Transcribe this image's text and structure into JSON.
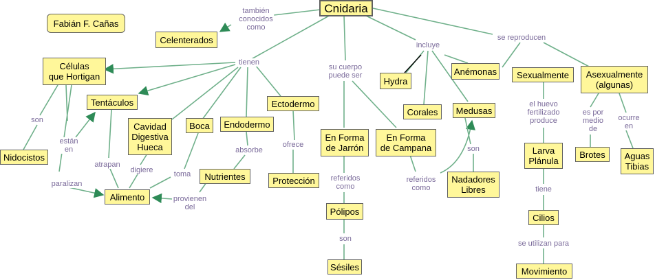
{
  "author": "Fabián F. Cañas",
  "colors": {
    "node_fill": "#fff79a",
    "node_border": "#606060",
    "line": "#6fb08a",
    "arrow": "#2e8b57",
    "label": "#7a6a9a"
  },
  "nodes": {
    "cnidaria": "Cnidaria",
    "celenterados": "Celenterados",
    "celulas": "Células\nque Hortigan",
    "tentaculos": "Tentáculos",
    "nidocistos": "Nidocistos",
    "cavidad": "Cavidad\nDigestiva\nHueca",
    "boca": "Boca",
    "endodermo": "Endodermo",
    "ectodermo": "Ectodermo",
    "nutrientes": "Nutrientes",
    "proteccion": "Protección",
    "alimento": "Alimento",
    "jarron": "En Forma\nde Jarrón",
    "campana": "En Forma\nde Campana",
    "polipos": "Pólipos",
    "sesiles": "Sésiles",
    "hydra": "Hydra",
    "corales": "Corales",
    "anemonas": "Anémonas",
    "medusas": "Medusas",
    "nadadores": "Nadadores\nLibres",
    "sexualmente": "Sexualmente",
    "asexualmente": "Asexualmente\n(algunas)",
    "larva": "Larva\nPlánula",
    "cilios": "Cilios",
    "movimiento": "Movimiento",
    "brotes": "Brotes",
    "aguas": "Aguas\nTibias"
  },
  "labels": {
    "tambien": "también\nconocidos\ncomo",
    "tienen": "tienen",
    "cuerpo": "su cuerpo\npuede ser",
    "incluye": "incluye",
    "reproducen": "se reproducen",
    "son1": "son",
    "estan": "están\nen",
    "paralizan": "paralizan",
    "atrapan": "atrapan",
    "digiere": "digiere",
    "toma": "toma",
    "absorbe": "absorbe",
    "ofrece": "ofrece",
    "provienen": "provienen\ndel",
    "referidos1": "referidos\ncomo",
    "son2": "son",
    "referidos2": "referidos\ncomo",
    "son3": "son",
    "huevo": "el huevo\nfertilizado\nproduce",
    "tiene": "tiene",
    "utilizan": "se utilizan para",
    "espor": "es por\nmedio\nde",
    "ocurre": "ocurre\nen"
  }
}
